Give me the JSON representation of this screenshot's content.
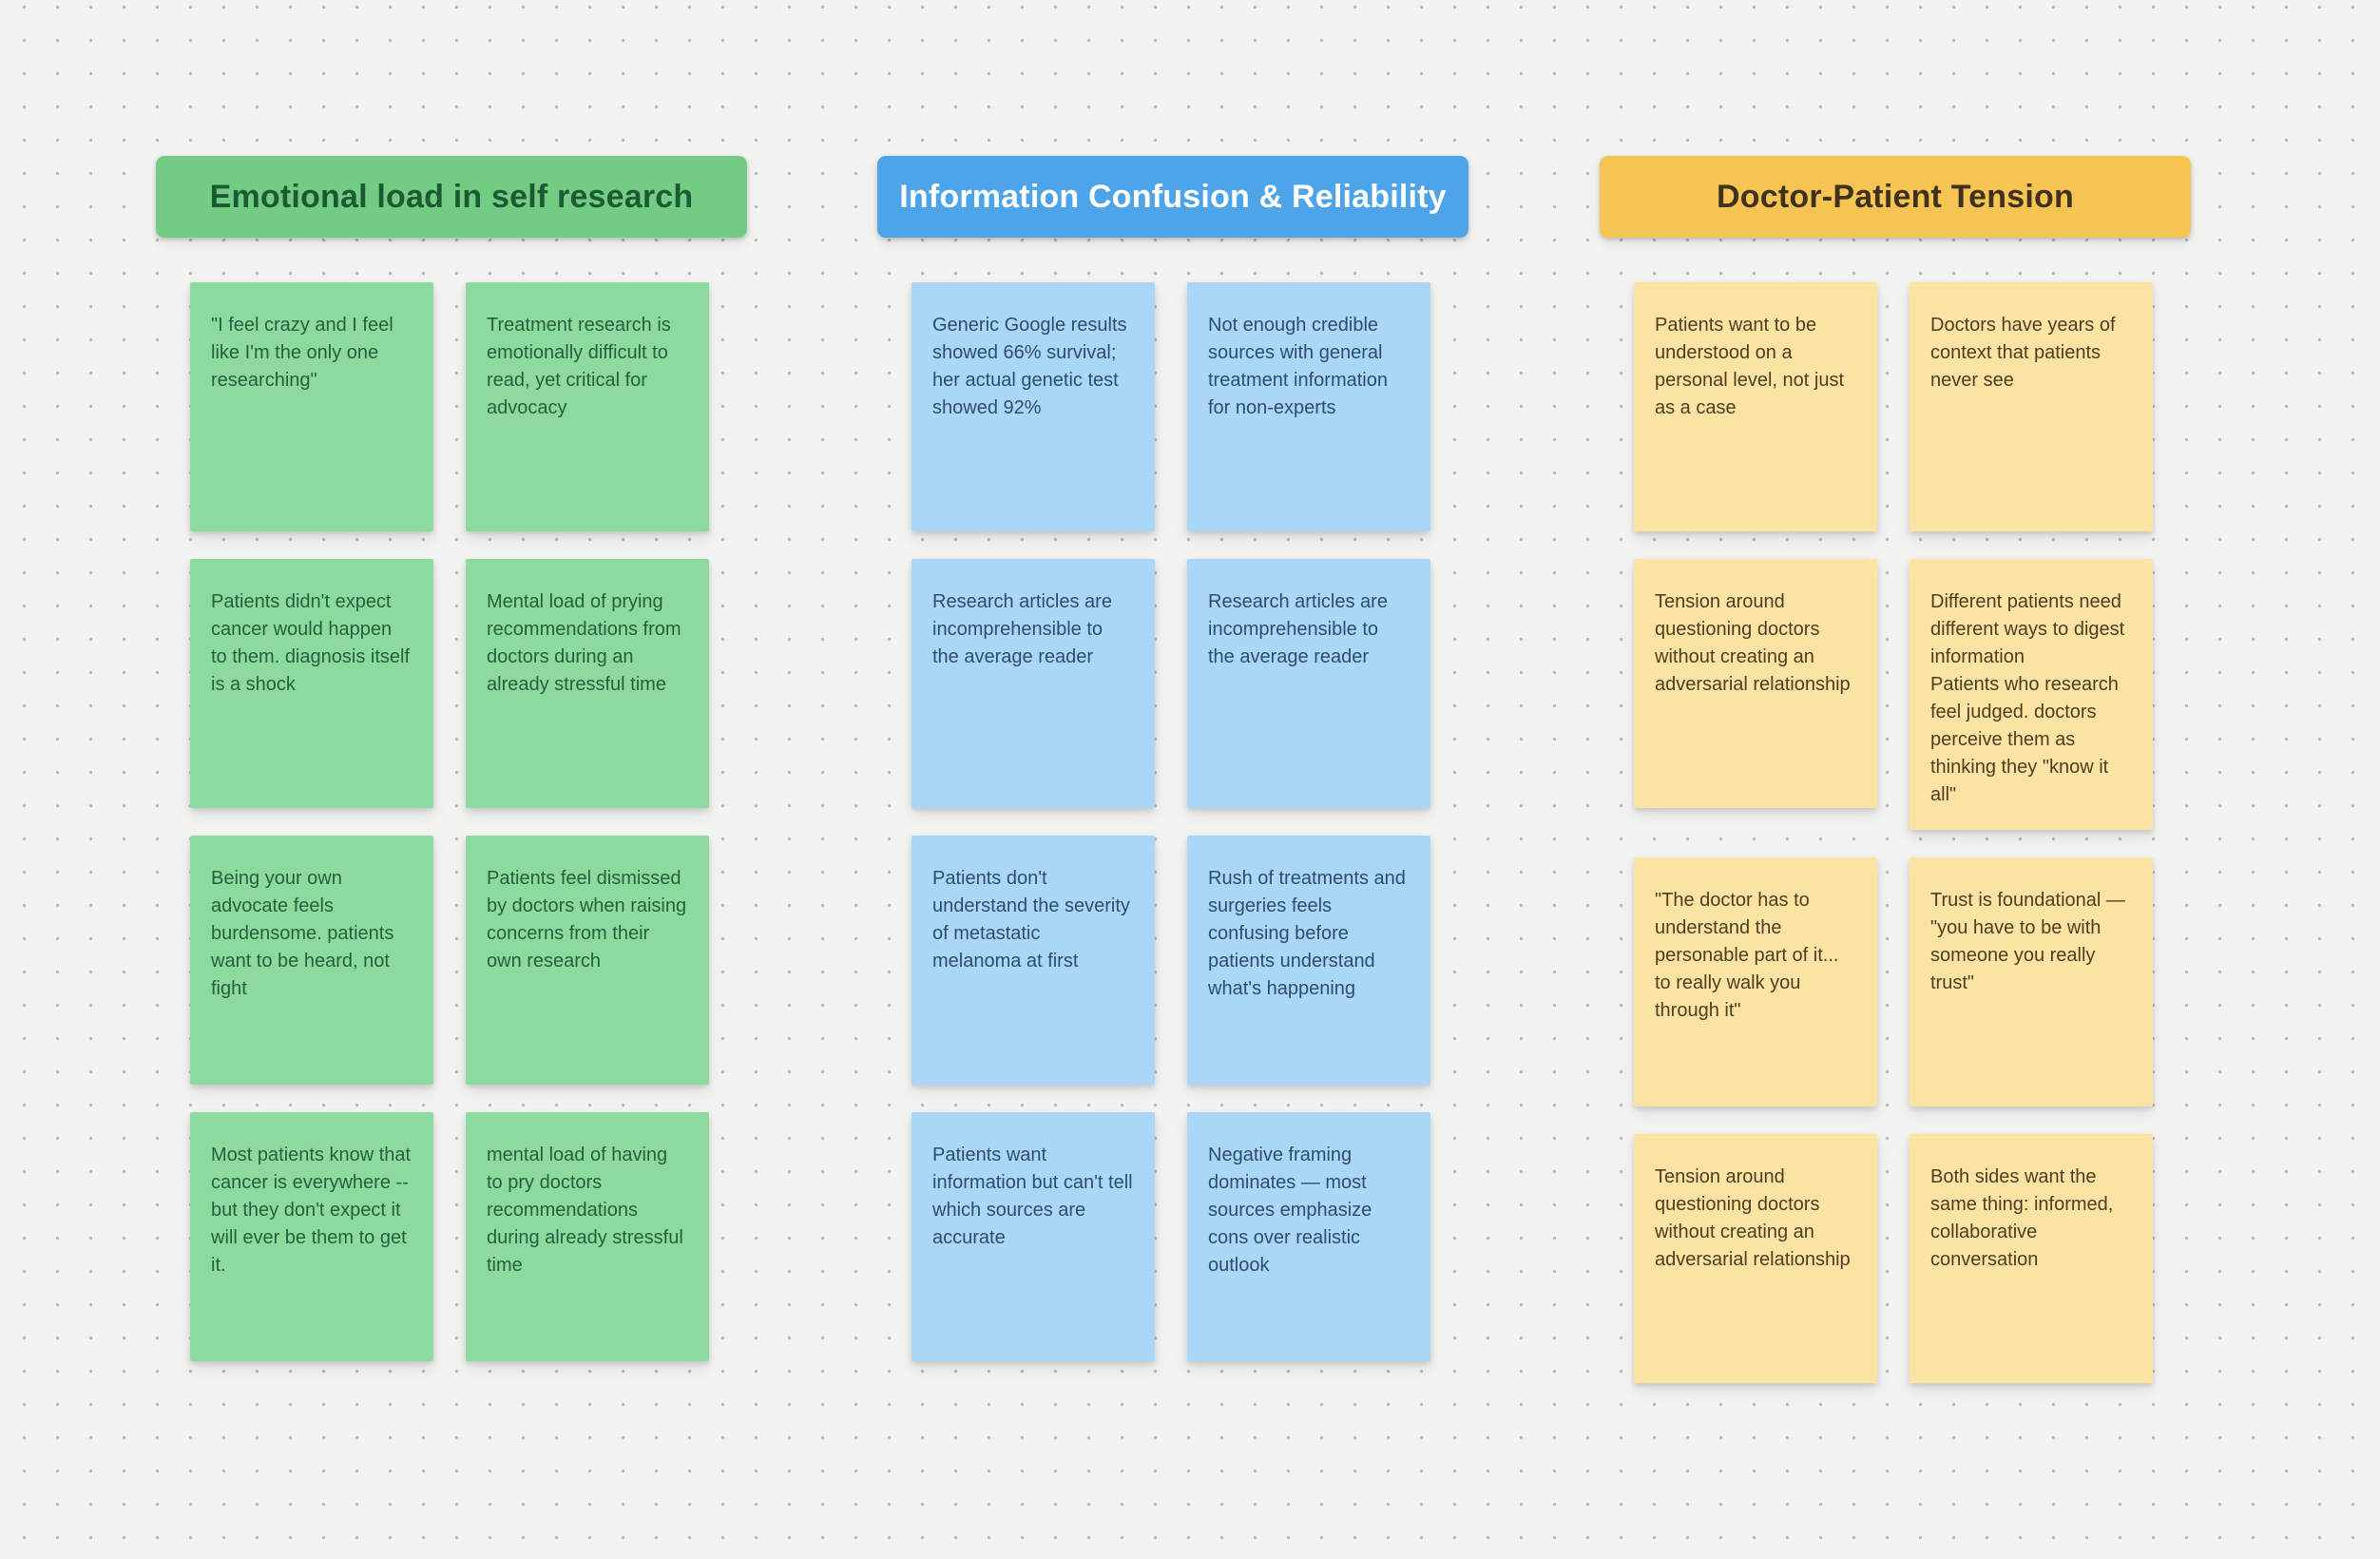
{
  "board": {
    "app_context": "whiteboard-sticky-notes",
    "background_color": "#f2f2f0",
    "dot_grid_color": "#b8b8b6",
    "groups": [
      {
        "key": "emotional-load",
        "title": "Emotional load in self research",
        "colors": {
          "header_bg": "#72cc83",
          "header_text": "#1c5a33",
          "note_bg": "#8bdb9f",
          "note_text": "#275e3e"
        },
        "notes": [
          "\"I feel crazy and I feel like I'm the only one researching\"",
          "Treatment research is emotionally difficult to read, yet critical for advocacy",
          "Patients didn't expect cancer would happen to them. diagnosis itself is a shock",
          "Mental load of prying recommendations from doctors during an already stressful time",
          "Being your own advocate feels burdensome. patients want to be heard, not fight",
          "Patients feel dismissed by doctors when raising concerns from their own research",
          "Most patients know that cancer is everywhere -- but they don't expect it will ever be them to get it.",
          "mental load of having to pry doctors recommendations during already stressful time"
        ]
      },
      {
        "key": "information-confusion",
        "title": "Information Confusion & Reliability",
        "colors": {
          "header_bg": "#4da4e9",
          "header_text": "#ffffff",
          "note_bg": "#aad7f7",
          "note_text": "#2f4d68"
        },
        "notes": [
          "Generic Google results showed 66% survival; her actual genetic test showed 92%",
          "Not enough credible sources with general treatment information for non-experts",
          "Research articles are incomprehensible to the average reader",
          "Research articles are incomprehensible to the average reader",
          "Patients don't understand the severity of metastatic melanoma at first",
          "Rush of treatments and surgeries feels confusing before patients understand what's happening",
          "Patients want information but can't tell which sources are accurate",
          "Negative framing dominates — most sources emphasize cons over realistic outlook"
        ]
      },
      {
        "key": "doctor-patient-tension",
        "title": "Doctor-Patient Tension",
        "colors": {
          "header_bg": "#f6c453",
          "header_text": "#3f321a",
          "note_bg": "#fbe3a4",
          "note_text": "#4e3e20"
        },
        "notes": [
          "Patients want to be understood on a personal level, not just as a case",
          "Doctors have years of context that patients never see",
          "Tension around questioning doctors without creating an adversarial relationship",
          "Different patients need different ways to digest information\nPatients who research feel judged. doctors perceive them as thinking they \"know it all\"",
          "\"The doctor has to understand the personable part of it... to really walk you through it\"",
          "Trust is foundational — \"you have to be with someone you really trust\"",
          "Tension around questioning doctors without creating an adversarial relationship",
          "Both sides want the same thing: informed, collaborative conversation"
        ]
      }
    ]
  }
}
